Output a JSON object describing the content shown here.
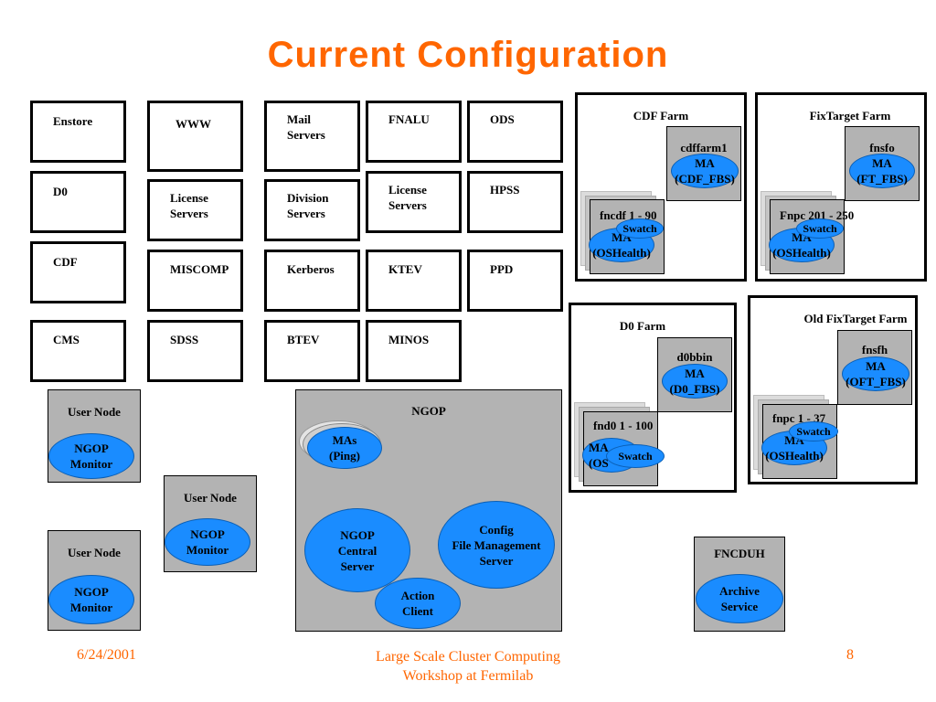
{
  "title": "Current Configuration",
  "boxes": {
    "enstore": "Enstore",
    "www": "WWW",
    "mail": "Mail\nServers",
    "fnalu": "FNALU",
    "ods": "ODS",
    "d0": "D0",
    "license1": "License\nServers",
    "division": "Division\nServers",
    "license2": "License\nServers",
    "hpss": "HPSS",
    "cdf": "CDF",
    "miscomp": "MISCOMP",
    "kerberos": "Kerberos",
    "ktev": "KTEV",
    "ppd": "PPD",
    "cms": "CMS",
    "sdss": "SDSS",
    "btev": "BTEV",
    "minos": "MINOS"
  },
  "cdf_farm": {
    "title": "CDF Farm",
    "server": "cdffarm1",
    "server_ma": "MA\n(CDF_FBS)",
    "nodes": "fncdf 1 - 90",
    "nodes_ma": "MA\n(OSHealth)",
    "swatch": "Swatch"
  },
  "fixtarget_farm": {
    "title": "FixTarget Farm",
    "server": "fnsfo",
    "server_ma": "MA\n(FT_FBS)",
    "nodes": "Fnpc 201 - 250",
    "nodes_ma": "MA\n(OSHealth)",
    "swatch": "Swatch"
  },
  "d0_farm": {
    "title": "D0 Farm",
    "server": "d0bbin",
    "server_ma": "MA\n(D0_FBS)",
    "nodes": "fnd0 1 - 100",
    "nodes_ma": "MA\n(OS",
    "swatch": "Swatch"
  },
  "old_fixtarget_farm": {
    "title": "Old FixTarget Farm",
    "server": "fnsfh",
    "server_ma": "MA\n(OFT_FBS)",
    "nodes": "fnpc 1 - 37",
    "nodes_ma": "MA\n(OSHealth)",
    "swatch": "Swatch"
  },
  "user_nodes": [
    {
      "label": "User Node",
      "monitor": "NGOP\nMonitor"
    },
    {
      "label": "User Node",
      "monitor": "NGOP\nMonitor"
    },
    {
      "label": "User Node",
      "monitor": "NGOP\nMonitor"
    }
  ],
  "ngop": {
    "title": "NGOP",
    "mas": "MAs\n(Ping)",
    "central": "NGOP\nCentral\nServer",
    "config": "Config\nFile Management\nServer",
    "action": "Action\nClient"
  },
  "fncduh": {
    "title": "FNCDUH",
    "archive": "Archive\nService"
  },
  "footer": {
    "date": "6/24/2001",
    "center": "Large Scale Cluster Computing\nWorkshop at Fermilab",
    "page": "8"
  },
  "colors": {
    "title": "#ff6600",
    "oval": "#1a8cff",
    "gray_box": "#b3b3b3"
  }
}
